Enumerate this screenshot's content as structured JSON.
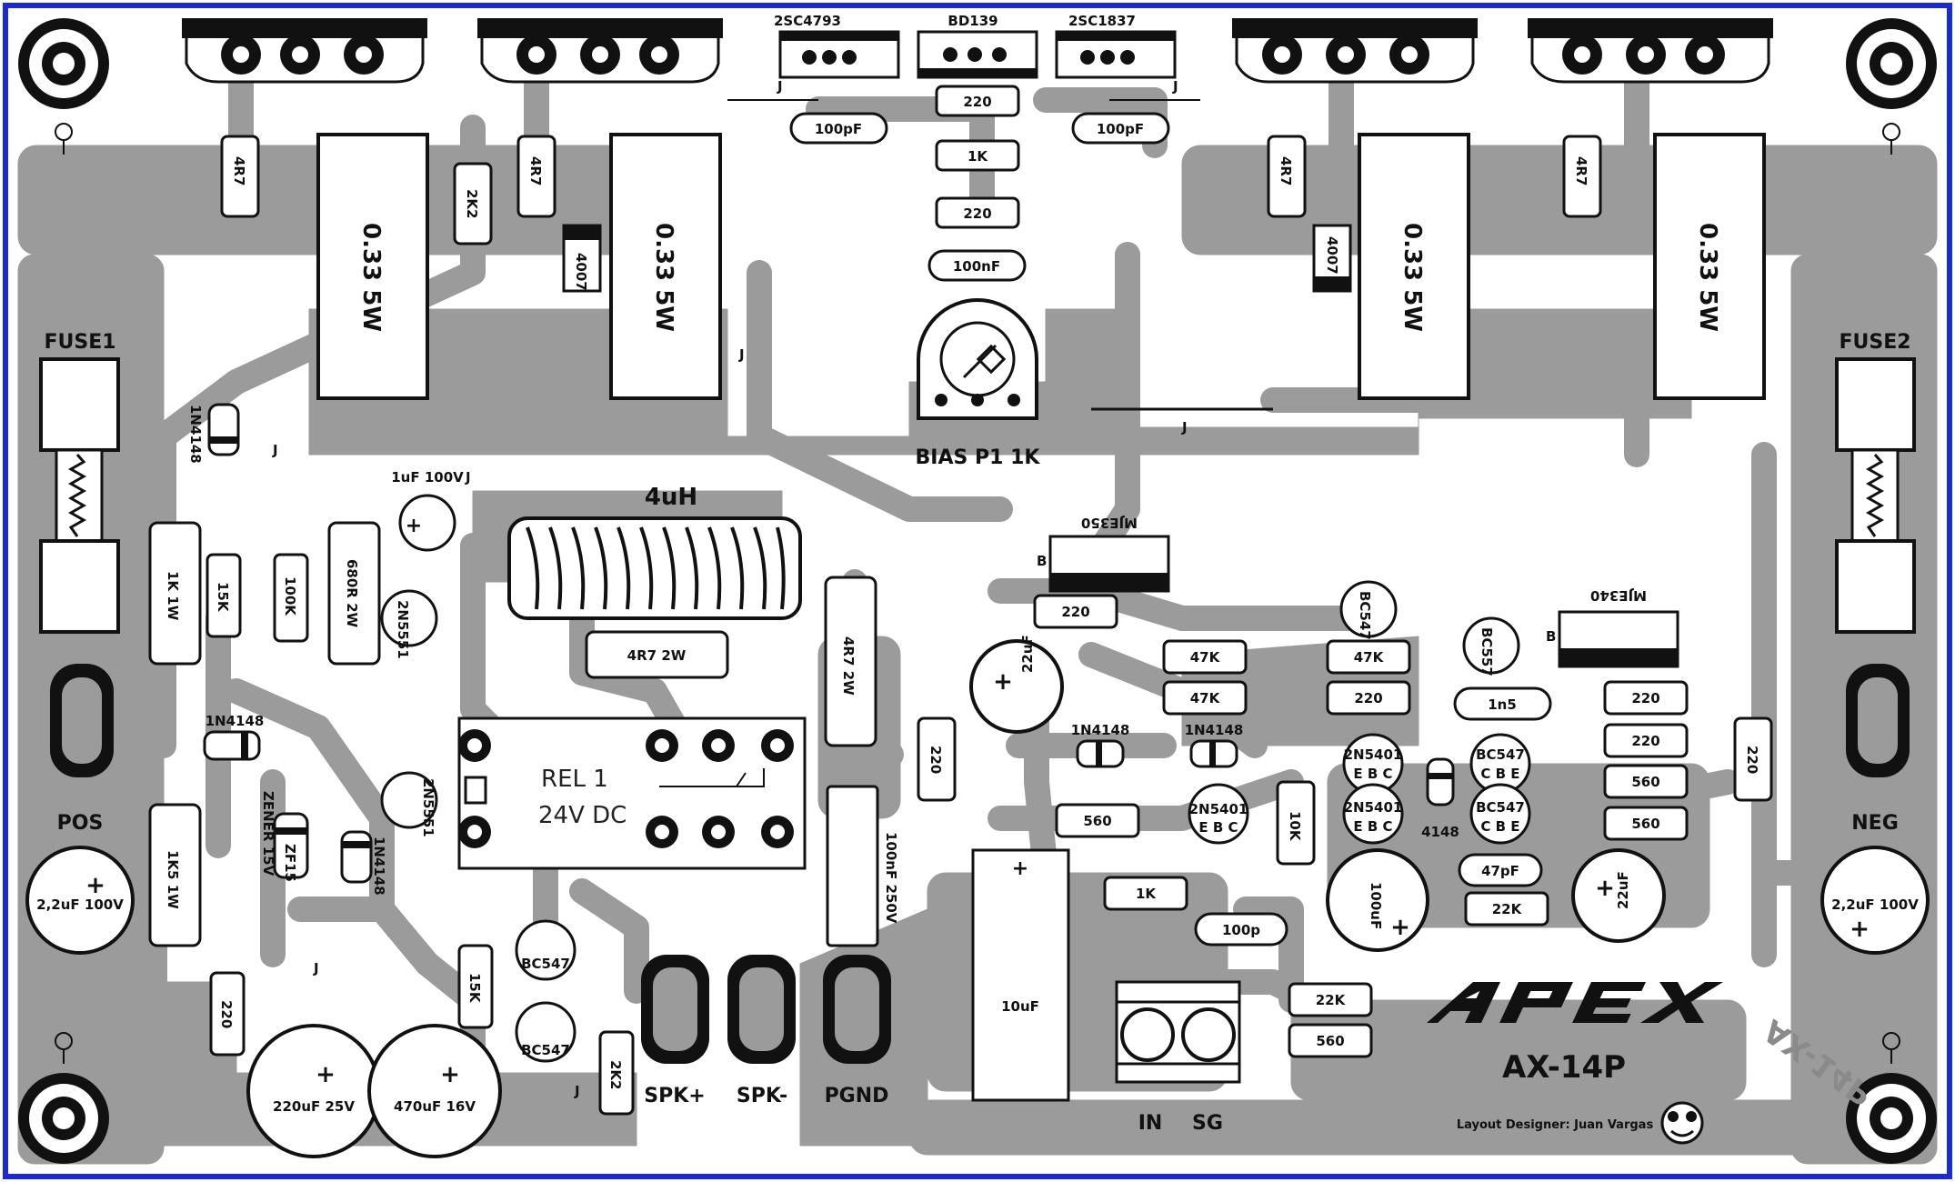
{
  "colors": {
    "copper": "#9b9b9b",
    "silk": "#111111",
    "border": "#1a2bd6",
    "background": "#ffffff"
  },
  "transistors_top": [
    "2SC4793",
    "BD139",
    "2SC1837"
  ],
  "labels": {
    "r_4r7": "4R7",
    "r_2k2": "2K2",
    "r_220": "220",
    "r_1k": "1K",
    "r_47k": "47K",
    "r_15k": "15K",
    "r_100k": "100K",
    "r_560": "560",
    "r_10k": "10K",
    "r_22k": "22K",
    "r_1k_1w": "1K 1W",
    "r_1k5_1w": "1K5 1W",
    "r_680r_2w": "680R 2W",
    "r_4r7_2w": "4R7 2W",
    "r_emitter": "0.33 5W",
    "c_100pf": "100pF",
    "c_100nf": "100nF",
    "c_100p": "100p",
    "c_47pf": "47pF",
    "c_1n5": "1n5",
    "c_1uf": "1uF 100V",
    "c_22uf": "22uF",
    "c_100uf": "100uF",
    "c_2u2": "2,2uF 100V",
    "c_220uf": "220uF 25V",
    "c_470uf": "470uF 16V",
    "c_10uf": "10uF",
    "c_100nf_250v": "100nF 250V",
    "d_4007": "4007",
    "d_1n4148": "1N4148",
    "d_4148": "4148",
    "zener_code": "ZF15",
    "zener": "ZENER 15V",
    "q_2n5551": "2N5551",
    "q_2n5401": "2N5401",
    "q_bc547": "BC547",
    "q_bc557": "BC557",
    "q_mje350": "MJE350",
    "q_mje340": "MJE340",
    "pins_ebc": "E  B  C",
    "pins_cbe": "C  B  E",
    "jumper": "J",
    "pin_b": "B",
    "inductor": "4uH",
    "bias": "BIAS P1 1K",
    "relay_name": "REL 1",
    "relay_voltage": "24V DC",
    "fuse1": "FUSE1",
    "fuse2": "FUSE2",
    "pos": "POS",
    "neg": "NEG",
    "spk_plus": "SPK+",
    "spk_minus": "SPK-",
    "pgnd": "PGND",
    "in": "IN",
    "sg": "SG",
    "logo": "APEX",
    "model": "AX-14P",
    "designer": "Layout Designer:  Juan Vargas",
    "plus": "+"
  }
}
